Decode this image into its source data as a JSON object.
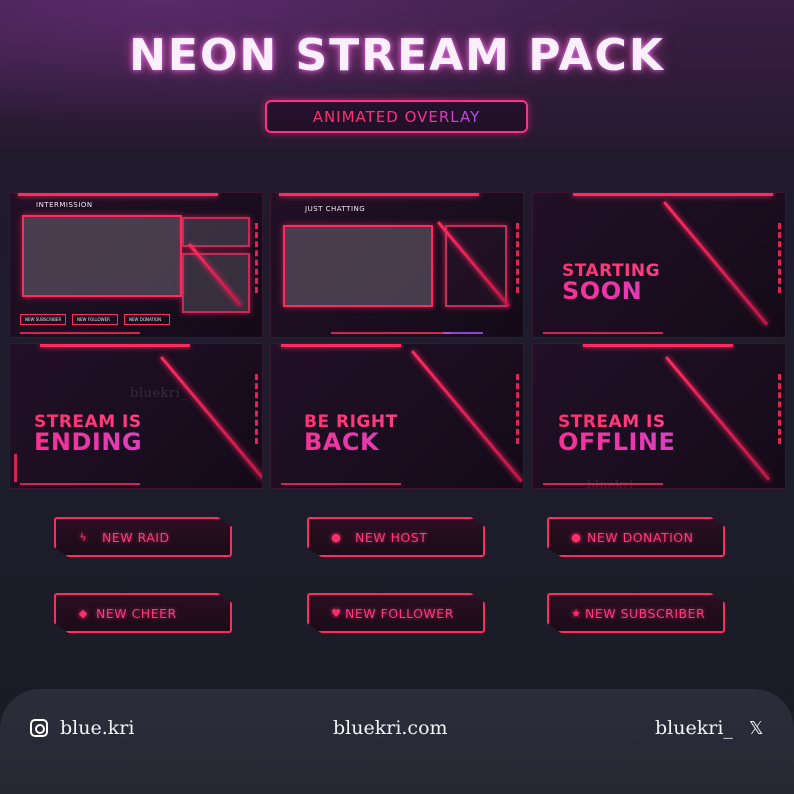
{
  "header": {
    "title": "NEON STREAM PACK",
    "subtitle": "ANIMATED OVERLAY"
  },
  "scenes": [
    {
      "id": "intermission",
      "label": "INTERMISSION",
      "tags": [
        "NEW SUBSCRIBER",
        "NEW FOLLOWER",
        "NEW DONATION"
      ]
    },
    {
      "id": "just-chatting",
      "label": "JUST CHATTING"
    },
    {
      "id": "starting-soon",
      "line1": "STARTING",
      "line2": "SOON"
    },
    {
      "id": "stream-ending",
      "line1": "STREAM IS",
      "line2": "ENDING"
    },
    {
      "id": "be-right-back",
      "line1": "BE RIGHT",
      "line2": "BACK"
    },
    {
      "id": "stream-offline",
      "line1": "STREAM IS",
      "line2": "OFFLINE"
    }
  ],
  "watermarks": {
    "a": "bluekri_",
    "b": "bluekri_"
  },
  "alerts": [
    {
      "label": "NEW RAID",
      "icon": "bolt-icon"
    },
    {
      "label": "NEW HOST",
      "icon": "group-icon"
    },
    {
      "label": "NEW DONATION",
      "icon": "coin-icon"
    },
    {
      "label": "NEW CHEER",
      "icon": "drop-icon"
    },
    {
      "label": "NEW FOLLOWER",
      "icon": "heart-icon"
    },
    {
      "label": "NEW SUBSCRIBER",
      "icon": "star-icon"
    }
  ],
  "footer": {
    "instagram": "blue.kri",
    "website": "bluekri.com",
    "twitter": "bluekri_"
  },
  "colors": {
    "neon_pink": "#ff2a5f",
    "neon_purple": "#a855f7"
  }
}
